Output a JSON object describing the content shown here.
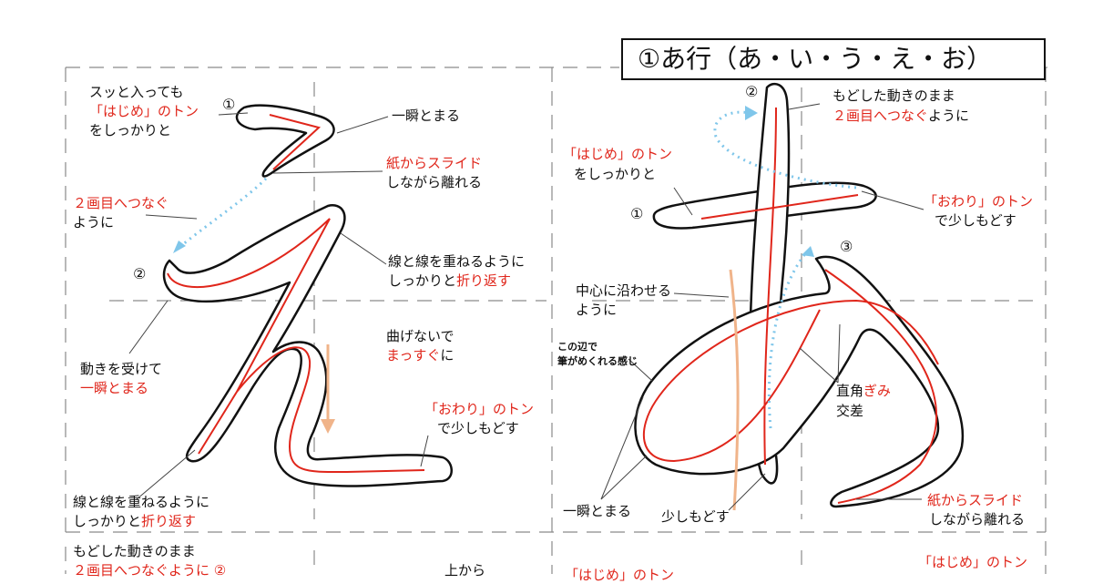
{
  "title": "①あ行（あ・い・う・え・お）",
  "colors": {
    "accent": "#e0261b",
    "guide": "#7fc6ea",
    "arrow": "#f0b48a",
    "ink": "#111111"
  },
  "e_panel": {
    "start1": "スッと入っても",
    "start2": "「はじめ」のトン",
    "start3": "をしっかりと",
    "num1": "①",
    "stop": "一瞬とまる",
    "slide1": "紙からスライド",
    "slide2": "しながら離れる",
    "connect1": "２画目へつなぐ",
    "connect2": "ように",
    "num2": "②",
    "overlap1": "線と線を重ねるように",
    "overlap2a": "しっかりと",
    "overlap2b": "折り返す",
    "receive1": "動きを受けて",
    "receive2": "一瞬とまる",
    "straight1": "曲げないで",
    "straight2a": "まっすぐ",
    "straight2b": "に",
    "end1": "「おわり」のトン",
    "end2": "で少しもどす",
    "overlapb1": "線と線を重ねるように",
    "overlapb2a": "しっかりと",
    "overlapb2b": "折り返す"
  },
  "a_panel": {
    "num2": "②",
    "back1": "もどした動きのまま",
    "back2a": "２画目へつなぐ",
    "back2b": "ように",
    "start1": "「はじめ」のトン",
    "start2": "をしっかりと",
    "num1": "①",
    "end1": "「おわり」のトン",
    "end2": "で少しもどす",
    "num3": "③",
    "center1": "中心に沿わせる",
    "center2": "ように",
    "curve1": "この辺で",
    "curve2": "筆がめくれる感じ",
    "angle1a": "直角",
    "angle1b": "ぎみ",
    "angle2": "交差",
    "stop": "一瞬とまる",
    "back": "少しもどす",
    "slide1": "紙からスライド",
    "slide2": "しながら離れる"
  },
  "bottom": {
    "back1": "もどした動きのまま",
    "back2": "２画目へつなぐように ②",
    "from": "上から",
    "start_r": "「はじめ」のトン",
    "start_l": "「はじめ」のトン"
  }
}
